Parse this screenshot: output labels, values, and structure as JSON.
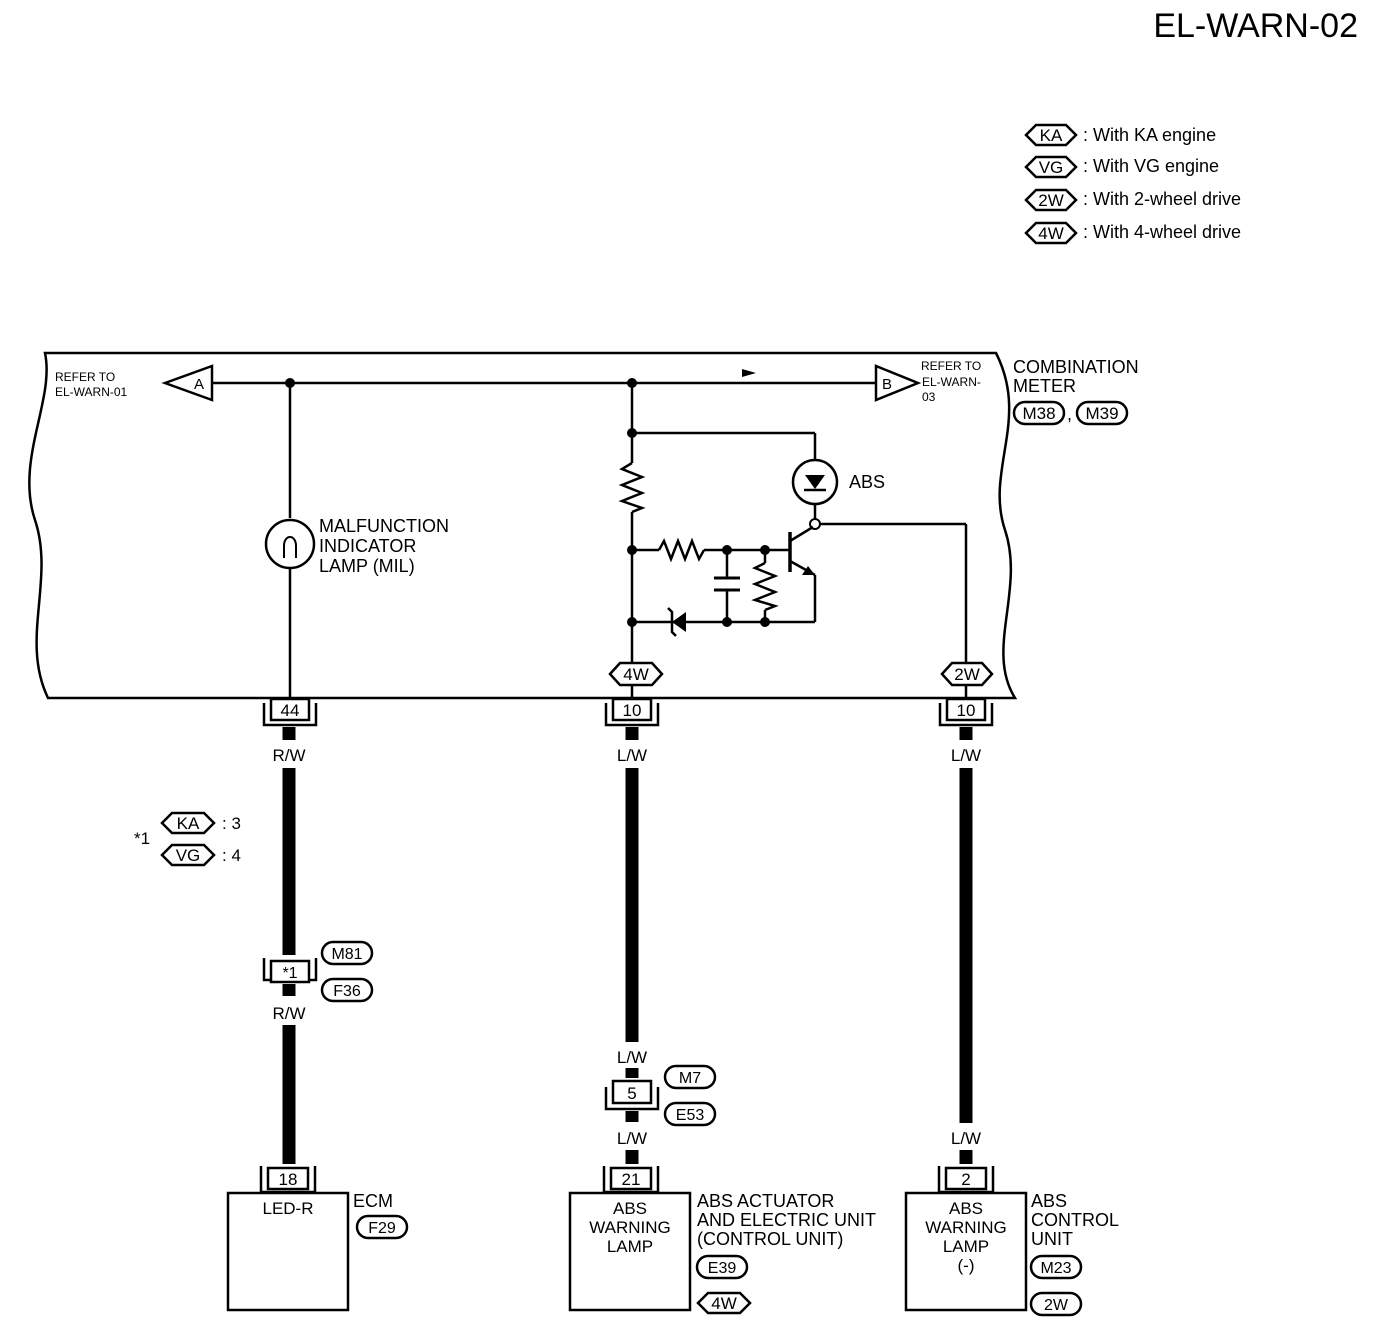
{
  "title": "EL-WARN-02",
  "legend": [
    {
      "code": "KA",
      "text": ": With KA engine"
    },
    {
      "code": "VG",
      "text": ": With VG engine"
    },
    {
      "code": "2W",
      "text": ": With 2-wheel drive"
    },
    {
      "code": "4W",
      "text": ": With 4-wheel drive"
    }
  ],
  "meter": {
    "name_line1": "COMBINATION",
    "name_line2": "METER",
    "connectors": [
      "M38",
      "M39"
    ],
    "comma": ","
  },
  "refs": {
    "a": {
      "letter": "A",
      "line1": "REFER TO",
      "line2": "EL-WARN-01"
    },
    "b": {
      "letter": "B",
      "line1": "REFER TO",
      "line2": "EL-WARN-",
      "line3": "03"
    }
  },
  "mil": {
    "line1": "MALFUNCTION",
    "line2": "INDICATOR",
    "line3": "LAMP (MIL)"
  },
  "abs_indicator": "ABS",
  "variant_tags": {
    "left": "4W",
    "right": "2W"
  },
  "pins": {
    "mil": "44",
    "abs4w": "10",
    "abs2w": "10",
    "ecm": "18",
    "abs_actuator": "21",
    "abs_control": "2",
    "m81": "*1",
    "m7": "5"
  },
  "wires": {
    "rw_top": "R/W",
    "rw_bottom": "R/W",
    "lw_mid_top": "L/W",
    "lw_mid_m7_top": "L/W",
    "lw_mid_m7_bottom": "L/W",
    "lw_right_top": "L/W",
    "lw_right_bottom": "L/W"
  },
  "footnote": {
    "mark": "*1",
    "ka_code": "KA",
    "ka_value": ": 3",
    "vg_code": "VG",
    "vg_value": ": 4"
  },
  "connector_tags": {
    "m81": "M81",
    "f36": "F36",
    "m7": "M7",
    "e53": "E53"
  },
  "ecm": {
    "inner": "LED-R",
    "name": "ECM",
    "connector": "F29"
  },
  "abs_actuator": {
    "inner1": "ABS",
    "inner2": "WARNING",
    "inner3": "LAMP",
    "name1": "ABS ACTUATOR",
    "name2": "AND ELECTRIC UNIT",
    "name3": "(CONTROL UNIT)",
    "connector": "E39",
    "variant": "4W"
  },
  "abs_control": {
    "inner1": "ABS",
    "inner2": "WARNING",
    "inner3": "LAMP",
    "inner4": "(-)",
    "name1": "ABS",
    "name2": "CONTROL",
    "name3": "UNIT",
    "connector": "M23",
    "variant": "2W"
  }
}
